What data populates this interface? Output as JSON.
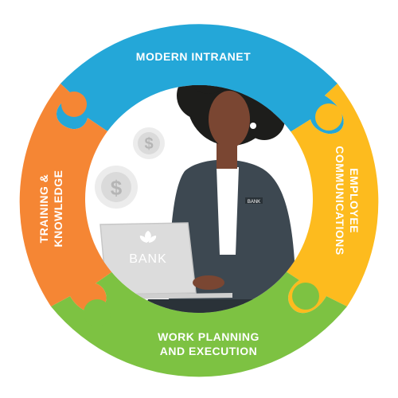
{
  "segments": [
    {
      "id": "top",
      "lines": [
        "MODERN INTRANET"
      ],
      "color": "#24a7d8"
    },
    {
      "id": "right",
      "lines": [
        "EMPLOYEE",
        "COMMUNICATIONS"
      ],
      "color": "#fdbb1e"
    },
    {
      "id": "bottom",
      "lines": [
        "WORK PLANNING",
        "AND EXECUTION"
      ],
      "color": "#7dc242"
    },
    {
      "id": "left",
      "lines": [
        "TRAINING &",
        "KNOWLEDGE"
      ],
      "color": "#f58634"
    }
  ],
  "laptop_logo": "BANK",
  "badge_text": "BANK",
  "colors": {
    "skin": "#7a4632",
    "hair": "#1d1d1b",
    "suit": "#3d4851",
    "laptop": "#dcdcdc",
    "coin": "#e8e8e8"
  },
  "icons": [
    "dollar-coin-icon",
    "bank-leaf-icon"
  ]
}
